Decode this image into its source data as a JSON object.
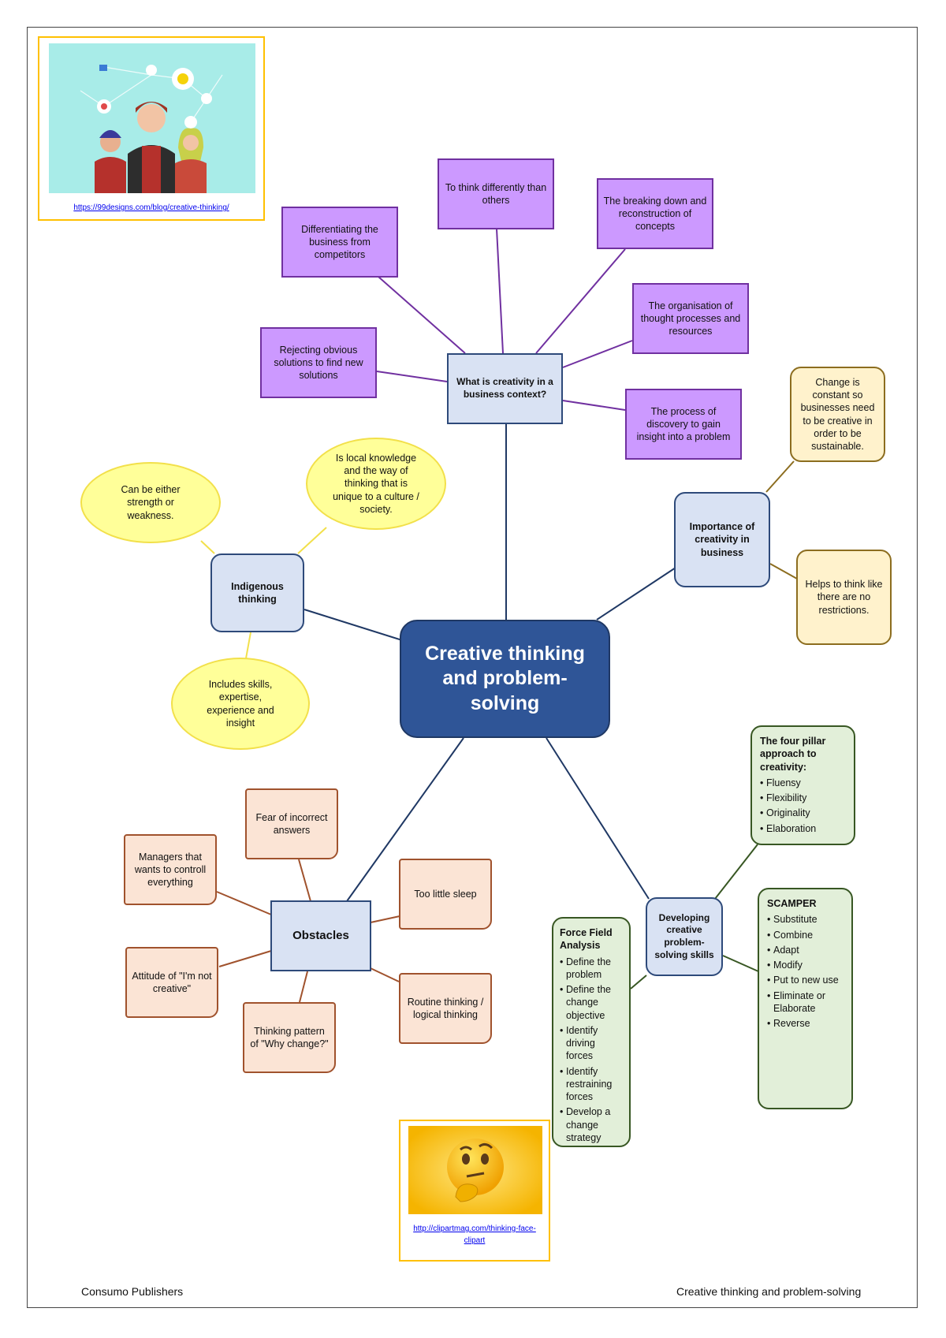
{
  "center": {
    "label": "Creative thinking and problem-solving"
  },
  "what": {
    "label": "What is creativity in a business context?",
    "items": [
      "To think differently than others",
      "Differentiating the business from competitors",
      "The breaking down and reconstruction of concepts",
      "The organisation of thought processes and resources",
      "Rejecting obvious solutions to find new solutions",
      "The process of discovery to gain insight into a problem"
    ]
  },
  "importance": {
    "label": "Importance of creativity in business",
    "items": [
      "Change is constant so businesses need to be creative in order to be sustainable.",
      "Helps to think like there are no restrictions."
    ]
  },
  "indigenous": {
    "label": "Indigenous thinking",
    "items": [
      "Can be either strength or weakness.",
      "Is local knowledge and the way of thinking that is unique to a culture / society.",
      "Includes skills, expertise, experience and insight"
    ]
  },
  "obstacles": {
    "label": "Obstacles",
    "items": [
      "Fear of incorrect answers",
      "Managers that wants to controll everything",
      "Too little sleep",
      "Attitude of \"I'm not creative\"",
      "Routine thinking / logical thinking",
      "Thinking pattern of \"Why change?\""
    ]
  },
  "developing": {
    "label": "Developing creative problem-solving skills",
    "pillar": {
      "title": "The four pillar approach to creativity:",
      "items": [
        "Fluensy",
        "Flexibility",
        "Originality",
        "Elaboration"
      ]
    },
    "scamper": {
      "title": "SCAMPER",
      "items": [
        "Substitute",
        "Combine",
        "Adapt",
        "Modify",
        "Put to new use",
        "Eliminate or Elaborate",
        "Reverse"
      ]
    },
    "force": {
      "title": "Force Field Analysis",
      "items": [
        "Define the problem",
        "Define the change objective",
        "Identify driving forces",
        "Identify restraining forces",
        "Develop a change strategy"
      ]
    }
  },
  "images": {
    "top_caption": "https://99designs.com/blog/creative-thinking/",
    "bottom_caption": "http://clipartmag.com/thinking-face-clipart"
  },
  "footer": {
    "left": "Consumo Publishers",
    "right": "Creative thinking and problem-solving"
  }
}
